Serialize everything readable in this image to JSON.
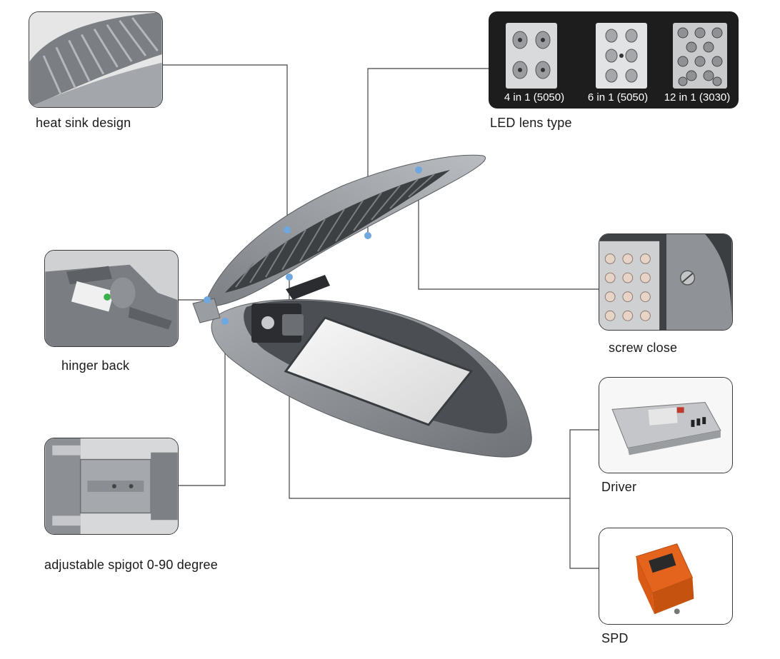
{
  "captions": {
    "heat_sink": "heat sink design",
    "led_lens": "LED lens type",
    "hinger_back": "hinger back",
    "screw_close": "screw close",
    "spigot": "adjustable spigot 0-90 degree",
    "driver": "Driver",
    "spd": "SPD"
  },
  "lens_types": [
    {
      "label": "4 in 1 (5050)"
    },
    {
      "label": "6 in 1 (5050)"
    },
    {
      "label": "12 in 1 (3030)"
    }
  ],
  "colors": {
    "housing": "#8e9196",
    "connector_dot": "#6fa8e0",
    "lens_panel": "#1d1d1d",
    "spd_orange": "#e4641e"
  }
}
